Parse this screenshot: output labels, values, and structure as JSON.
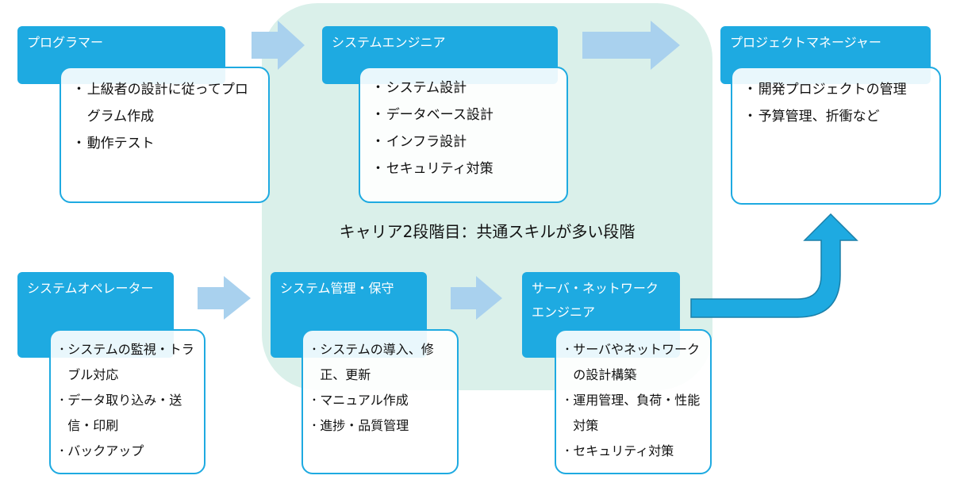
{
  "stage2_label": "キャリア2段階目：共通スキルが多い段階",
  "roles": {
    "programmer": {
      "title": "プログラマー",
      "items": [
        "上級者の設計に従ってプログラム作成",
        "動作テスト"
      ]
    },
    "system_engineer": {
      "title": "システムエンジニア",
      "items": [
        "システム設計",
        "データベース設計",
        "インフラ設計",
        "セキュリティ対策"
      ]
    },
    "project_manager": {
      "title": "プロジェクトマネージャー",
      "items": [
        "開発プロジェクトの管理",
        "予算管理、折衝など"
      ]
    },
    "system_operator": {
      "title": "システムオペレーター",
      "items": [
        "システムの監視・トラブル対応",
        "データ取り込み・送信・印刷",
        "バックアップ"
      ]
    },
    "system_maintenance": {
      "title": "システム管理・保守",
      "items": [
        "システムの導入、修正、更新",
        "マニュアル作成",
        "進捗・品質管理"
      ]
    },
    "server_network_engineer": {
      "title": "サーバ・ネットワークエンジニア",
      "items": [
        "サーバやネットワークの設計構築",
        "運用管理、負荷・性能対策",
        "セキュリティ対策"
      ]
    }
  },
  "colors": {
    "title_fill": "#1eaae1",
    "arrow_light": "#a9d1ee",
    "arrow_dark": "#1eaae1",
    "stage_bg": "#daf0ea"
  }
}
